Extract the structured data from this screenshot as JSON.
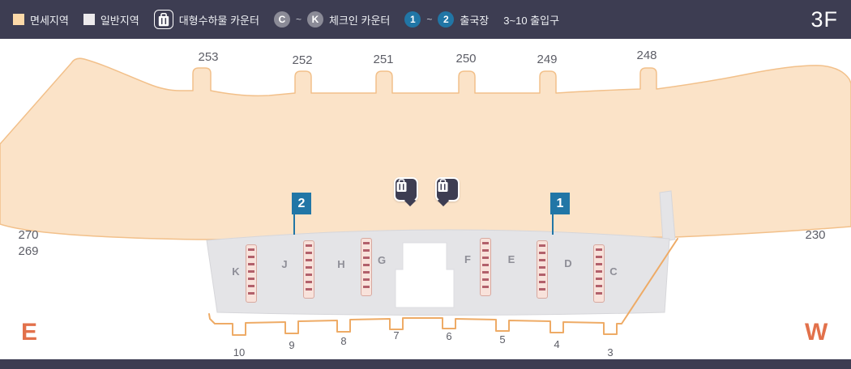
{
  "header": {
    "floor": "3F",
    "legend": {
      "dutyfree": "면세지역",
      "general": "일반지역",
      "baggage": "대형수하물 카운터",
      "checkin": {
        "from": "C",
        "tilde": "~",
        "to": "K",
        "label": "체크인 카운터"
      },
      "departure": {
        "from": "1",
        "tilde": "~",
        "to": "2",
        "label": "출국장"
      },
      "entrance": "3~10 출입구"
    }
  },
  "map": {
    "gates": [
      "253",
      "252",
      "251",
      "250",
      "249",
      "248"
    ],
    "left_gates": [
      "270",
      "269"
    ],
    "right_gates": [
      "230"
    ],
    "counters": [
      "K",
      "J",
      "H",
      "G",
      "F",
      "E",
      "D",
      "C"
    ],
    "entrances": [
      "10",
      "9",
      "8",
      "7",
      "6",
      "5",
      "4",
      "3"
    ],
    "departure_flags": [
      "2",
      "1"
    ],
    "compass": {
      "east": "E",
      "west": "W"
    }
  },
  "colors": {
    "navy": "#3d3d52",
    "peach": "#fbe3c8",
    "peach-line": "#f2c08a",
    "gray-area": "#e4e4e7",
    "gray-line": "#d6d6da",
    "blue": "#2176a6",
    "counter-pink": "#f8e2db",
    "counter-mark": "#b2606b",
    "orange-text": "#e2714b",
    "label-gray": "#5c5d66",
    "letter-gray": "#8e8e97"
  }
}
